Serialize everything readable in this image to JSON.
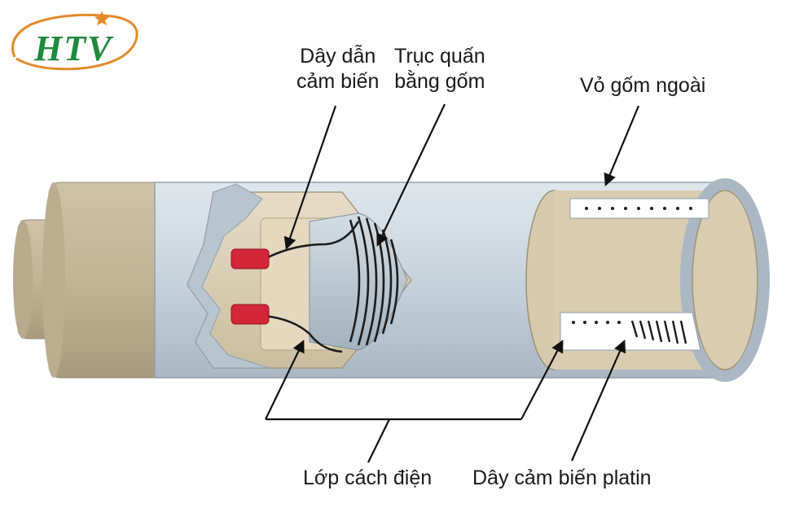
{
  "logo": {
    "text": "HTV",
    "colors": {
      "green": "#1f8a3c",
      "orange": "#e58a2b"
    }
  },
  "labels": {
    "sensor_lead": [
      "Dây dẫn",
      "cảm biến"
    ],
    "ceramic_core": [
      "Trục quấn",
      "bằng gốm"
    ],
    "outer_sheath": "Vỏ gốm ngoài",
    "insulation": "Lớp cách điện",
    "platinum_wire": "Dây cảm biến platin"
  },
  "colors": {
    "tube": "#c7d3dc",
    "tube_dark": "#9fb0bd",
    "end_cap": "#c4b59c",
    "lead_tip": "#d3263a",
    "coil": "#1c1c1c",
    "arrow": "#111111"
  }
}
